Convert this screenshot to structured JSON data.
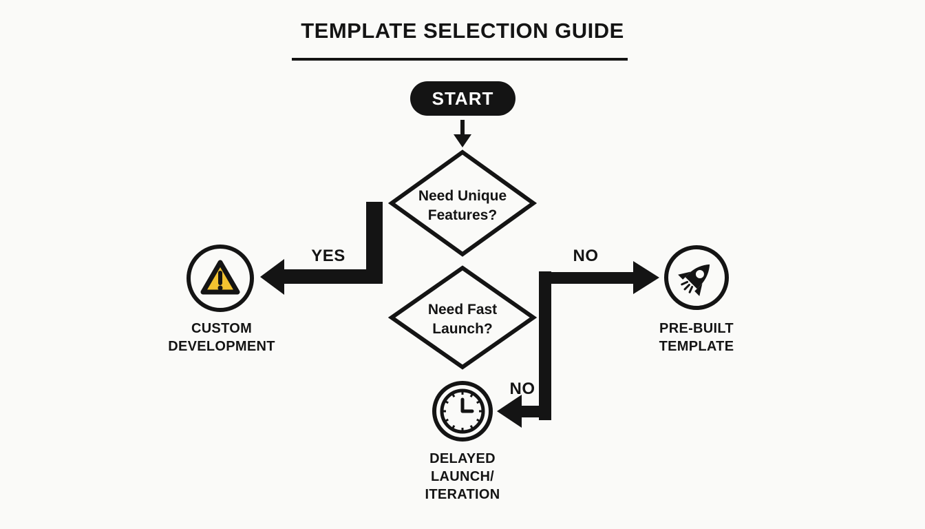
{
  "title": "TEMPLATE SELECTION GUIDE",
  "nodes": {
    "start": {
      "label": "START",
      "shape": "pill"
    },
    "decision_unique": {
      "label": "Need Unique\nFeatures?",
      "shape": "diamond"
    },
    "decision_fast": {
      "label": "Need Fast\nLaunch?",
      "shape": "diamond"
    },
    "custom_development": {
      "label": "CUSTOM\nDEVELOPMENT",
      "icon": "warning-triangle-icon"
    },
    "prebuilt_template": {
      "label": "PRE-BUILT\nTEMPLATE",
      "icon": "rocket-icon"
    },
    "delayed_launch": {
      "label": "DELAYED\nLAUNCH/\nITERATION",
      "icon": "clock-icon"
    }
  },
  "edges": {
    "unique_yes": {
      "label": "YES",
      "from": "decision_unique",
      "to": "custom_development"
    },
    "fast_no_top": {
      "label": "NO",
      "from": "decision_fast",
      "to": "prebuilt_template"
    },
    "fast_no_bottom": {
      "label": "NO",
      "from": "decision_fast",
      "to": "delayed_launch"
    }
  },
  "colors": {
    "ink": "#141414",
    "background": "#fafaf8",
    "warning_fill": "#f2c230",
    "start_text": "#ffffff"
  }
}
